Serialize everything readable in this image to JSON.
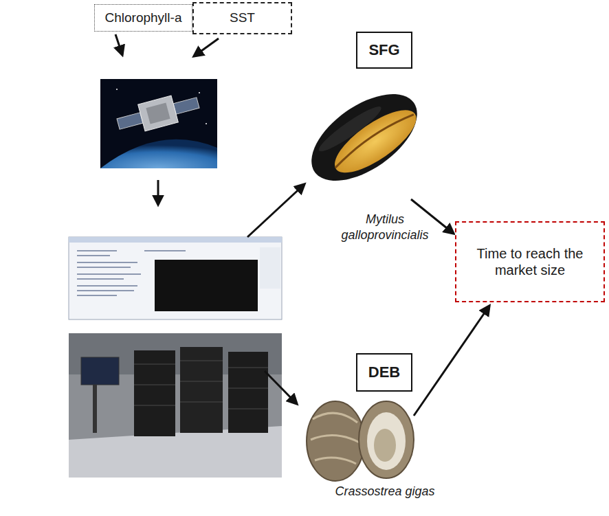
{
  "diagram": {
    "nodes": [
      {
        "text": [
          "Chlorophyll-a"
        ]
      },
      {
        "text": [
          "SST"
        ]
      },
      {
        "text": [
          "SFG"
        ]
      },
      {
        "text": [
          "DEB"
        ]
      },
      {
        "text": [
          "Time to reach the market size"
        ]
      }
    ],
    "labels": [
      "Mytilus galloprovincialis",
      "Crassostrea gigas"
    ]
  }
}
